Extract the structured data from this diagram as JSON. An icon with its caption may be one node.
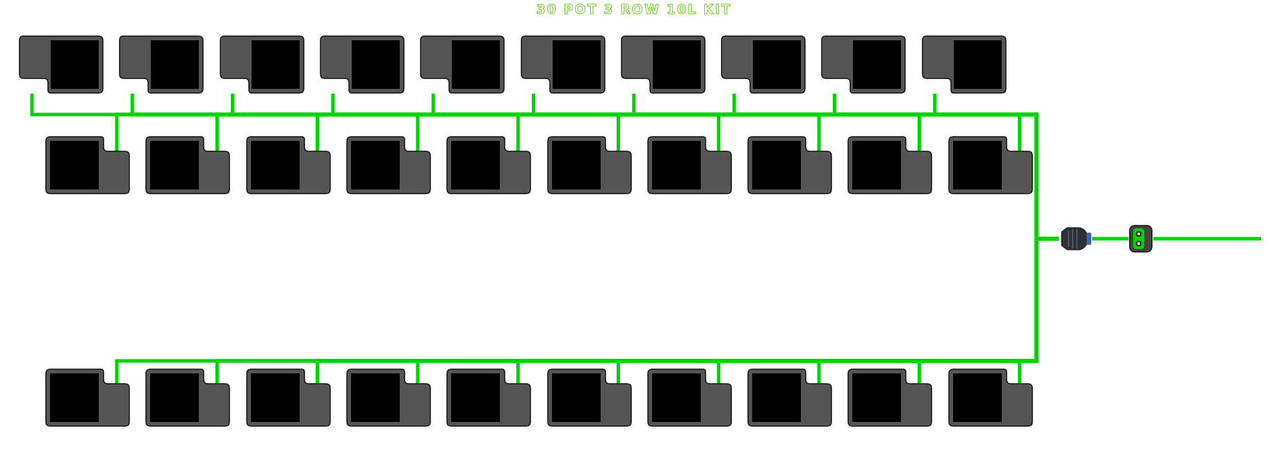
{
  "diagram": {
    "title": "30 POT 3 ROW 10L KIT",
    "nodes": [
      {
        "text": [],
        "shape": "box"
      },
      {
        "text": [],
        "shape": "box"
      },
      {
        "text": [],
        "shape": "box"
      },
      {
        "text": [],
        "shape": "box"
      },
      {
        "text": [],
        "shape": "box"
      },
      {
        "text": [],
        "shape": "box"
      },
      {
        "text": [],
        "shape": "box"
      },
      {
        "text": [],
        "shape": "box"
      },
      {
        "text": [],
        "shape": "box"
      },
      {
        "text": [],
        "shape": "box"
      },
      {
        "text": [],
        "shape": "box"
      },
      {
        "text": [],
        "shape": "box"
      },
      {
        "text": [],
        "shape": "box"
      },
      {
        "text": [],
        "shape": "box"
      },
      {
        "text": [],
        "shape": "box"
      },
      {
        "text": [],
        "shape": "box"
      },
      {
        "text": [],
        "shape": "box"
      },
      {
        "text": [],
        "shape": "box"
      },
      {
        "text": [],
        "shape": "box"
      },
      {
        "text": [],
        "shape": "box"
      },
      {
        "text": [],
        "shape": "filter"
      },
      {
        "text": [],
        "shape": "valve"
      },
      {
        "text": [],
        "shape": "box"
      },
      {
        "text": [],
        "shape": "box"
      },
      {
        "text": [],
        "shape": "box"
      },
      {
        "text": [],
        "shape": "box"
      },
      {
        "text": [],
        "shape": "box"
      },
      {
        "text": [],
        "shape": "box"
      },
      {
        "text": [],
        "shape": "box"
      },
      {
        "text": [],
        "shape": "box"
      },
      {
        "text": [],
        "shape": "box"
      },
      {
        "text": [],
        "shape": "box"
      }
    ],
    "edges": [
      {
        "from": 21,
        "to": null,
        "arrow": "none"
      },
      {
        "from": 21,
        "to": 20,
        "arrow": "none"
      },
      {
        "from": 20,
        "to": 0,
        "arrow": "none"
      },
      {
        "from": 20,
        "to": 1,
        "arrow": "none"
      },
      {
        "from": 20,
        "to": 2,
        "arrow": "none"
      },
      {
        "from": 20,
        "to": 3,
        "arrow": "none"
      },
      {
        "from": 20,
        "to": 4,
        "arrow": "none"
      },
      {
        "from": 20,
        "to": 5,
        "arrow": "none"
      },
      {
        "from": 20,
        "to": 6,
        "arrow": "none"
      },
      {
        "from": 20,
        "to": 7,
        "arrow": "none"
      },
      {
        "from": 20,
        "to": 8,
        "arrow": "none"
      },
      {
        "from": 20,
        "to": 9,
        "arrow": "none"
      },
      {
        "from": 20,
        "to": 10,
        "arrow": "none"
      },
      {
        "from": 20,
        "to": 11,
        "arrow": "none"
      },
      {
        "from": 20,
        "to": 12,
        "arrow": "none"
      },
      {
        "from": 20,
        "to": 13,
        "arrow": "none"
      },
      {
        "from": 20,
        "to": 14,
        "arrow": "none"
      },
      {
        "from": 20,
        "to": 15,
        "arrow": "none"
      },
      {
        "from": 20,
        "to": 16,
        "arrow": "none"
      },
      {
        "from": 20,
        "to": 17,
        "arrow": "none"
      },
      {
        "from": 20,
        "to": 18,
        "arrow": "none"
      },
      {
        "from": 20,
        "to": 19,
        "arrow": "none"
      },
      {
        "from": 20,
        "to": 22,
        "arrow": "none"
      },
      {
        "from": 20,
        "to": 23,
        "arrow": "none"
      },
      {
        "from": 20,
        "to": 24,
        "arrow": "none"
      },
      {
        "from": 20,
        "to": 25,
        "arrow": "none"
      },
      {
        "from": 20,
        "to": 26,
        "arrow": "none"
      },
      {
        "from": 20,
        "to": 27,
        "arrow": "none"
      },
      {
        "from": 20,
        "to": 28,
        "arrow": "none"
      },
      {
        "from": 20,
        "to": 29,
        "arrow": "none"
      },
      {
        "from": 20,
        "to": 30,
        "arrow": "none"
      },
      {
        "from": 20,
        "to": 31,
        "arrow": "none"
      }
    ]
  }
}
